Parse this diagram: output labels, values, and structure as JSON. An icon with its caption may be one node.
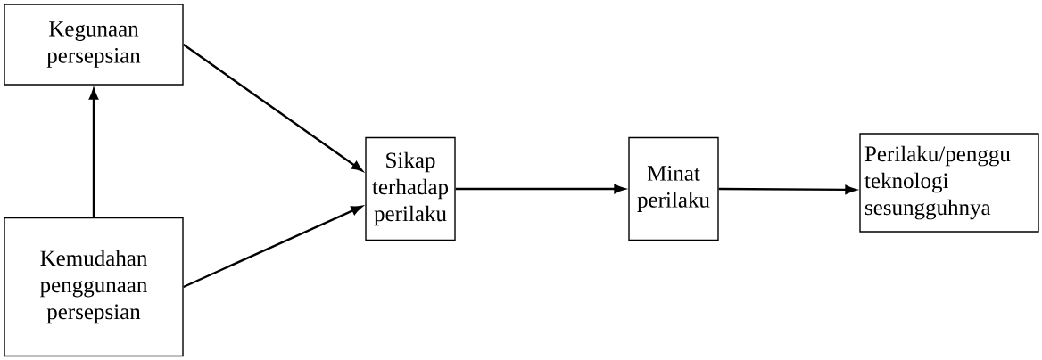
{
  "diagram": {
    "nodes": [
      {
        "text": [
          "Kegunaan persepsian"
        ]
      },
      {
        "text": [
          "Kemudahan penggunaan persepsian"
        ]
      },
      {
        "text": [
          "Sikap terhadap perilaku"
        ]
      },
      {
        "text": [
          "Minat perilaku"
        ]
      },
      {
        "text": [
          "Perilaku/penggu teknologi sesungguhnya"
        ]
      }
    ],
    "edges": [
      {
        "from": 1,
        "to": 0,
        "arrow": "to"
      },
      {
        "from": 0,
        "to": 2,
        "arrow": "to"
      },
      {
        "from": 1,
        "to": 2,
        "arrow": "to"
      },
      {
        "from": 2,
        "to": 3,
        "arrow": "to"
      },
      {
        "from": 3,
        "to": 4,
        "arrow": "to"
      }
    ]
  }
}
